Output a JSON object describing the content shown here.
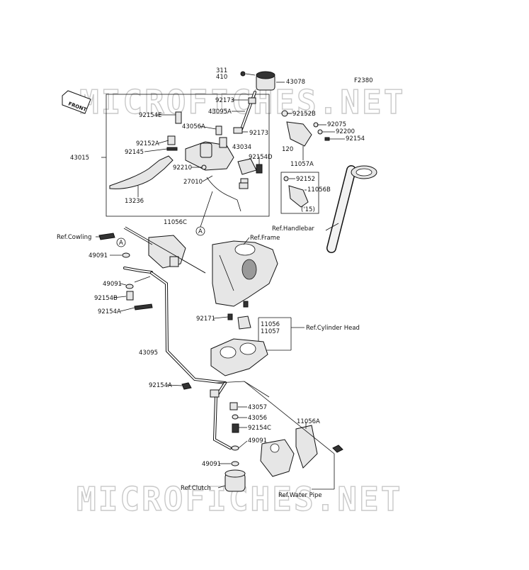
{
  "diagram": {
    "code": "F2380",
    "front_label": "FRONT",
    "watermark": "MICROFICHES.NET",
    "callout_a": "A",
    "labels": {
      "p311": "311",
      "p410": "410",
      "p43078": "43078",
      "p92173a": "92173",
      "p43095a": "43095A",
      "p92152b": "92152B",
      "p92075": "92075",
      "p92200": "92200",
      "p92154": "92154",
      "p120": "120",
      "p11057a": "11057A",
      "p92152": "92152",
      "p11056b": "11056B",
      "p15": "('15)",
      "p92154e": "92154E",
      "p43056a": "43056A",
      "p92173b": "92173",
      "p43034": "43034",
      "p92152a": "92152A",
      "p92145": "92145",
      "p92154d": "92154D",
      "p43015": "43015",
      "p92210": "92210",
      "p27010": "27010",
      "p13236": "13236",
      "p11056c": "11056C",
      "ref_cowling": "Ref.Cowling",
      "ref_frame": "Ref.Frame",
      "ref_handlebar": "Ref.Handlebar",
      "p49091a": "49091",
      "p49091b": "49091",
      "p92154b": "92154B",
      "p92154a_1": "92154A",
      "p92171": "92171",
      "p11056": "11056",
      "p11057": "11057",
      "ref_cylinder_head": "Ref.Cylinder Head",
      "p43095": "43095",
      "p92154a_2": "92154A",
      "p43057": "43057",
      "p43056": "43056",
      "p92154c": "92154C",
      "p49091c": "49091",
      "p11056a": "11056A",
      "p49091d": "49091",
      "ref_clutch": "Ref.Clutch",
      "ref_water_pipe": "Ref.Water Pipe"
    }
  }
}
